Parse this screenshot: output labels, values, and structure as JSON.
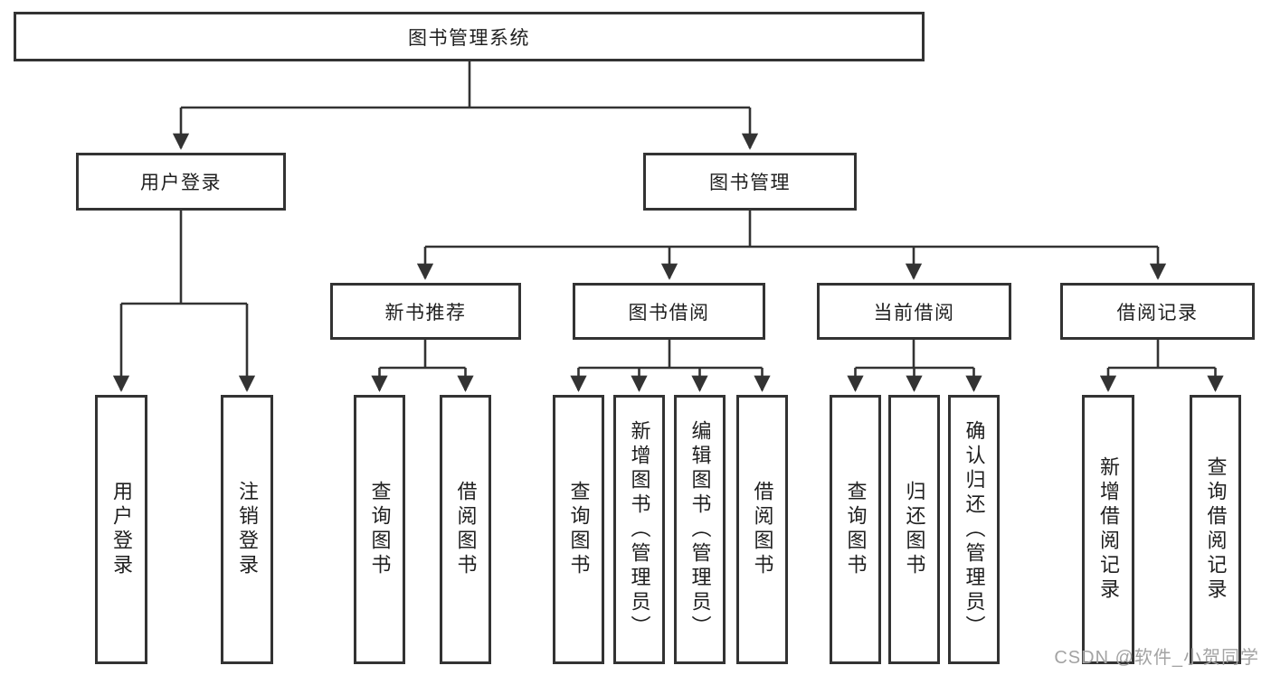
{
  "diagram": {
    "type": "hierarchy-tree",
    "watermark": "CSDN @软件_小贺同学",
    "colors": {
      "line": "#333333",
      "node_border": "#333333",
      "text": "#1f1f1f",
      "background": "#ffffff",
      "watermark_text": "#a3a3a3"
    },
    "tree": {
      "label": "图书管理系统",
      "children": [
        {
          "label": "用户登录",
          "children": [
            {
              "label": "用户登录"
            },
            {
              "label": "注销登录"
            }
          ]
        },
        {
          "label": "图书管理",
          "children": [
            {
              "label": "新书推荐",
              "children": [
                {
                  "label": "查询图书"
                },
                {
                  "label": "借阅图书"
                }
              ]
            },
            {
              "label": "图书借阅",
              "children": [
                {
                  "label": "查询图书"
                },
                {
                  "label": "新增图书（管理员）"
                },
                {
                  "label": "编辑图书（管理员）"
                },
                {
                  "label": "借阅图书"
                }
              ]
            },
            {
              "label": "当前借阅",
              "children": [
                {
                  "label": "查询图书"
                },
                {
                  "label": "归还图书"
                },
                {
                  "label": "确认归还（管理员）"
                }
              ]
            },
            {
              "label": "借阅记录",
              "children": [
                {
                  "label": "新增借阅记录"
                },
                {
                  "label": "查询借阅记录"
                }
              ]
            }
          ]
        }
      ]
    }
  }
}
